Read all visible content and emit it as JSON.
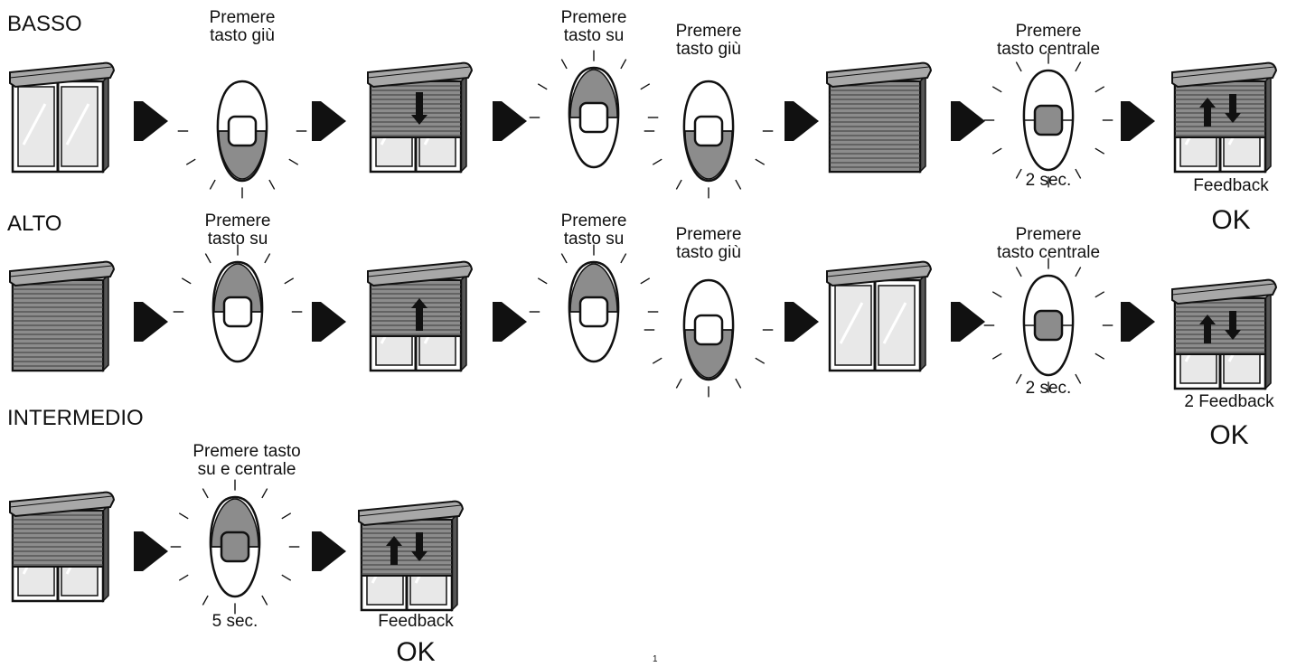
{
  "sections": [
    {
      "heading": "BASSO",
      "captions": [
        "Premere\ntasto giù",
        "Premere\ntasto su",
        "Premere\ntasto giù",
        "Premere\ntasto centrale"
      ],
      "hold": "2 sec.",
      "feedback": "Feedback",
      "ok": "OK"
    },
    {
      "heading": "ALTO",
      "captions": [
        "Premere\ntasto su",
        "Premere\ntasto su",
        "Premere\ntasto giù",
        "Premere\ntasto centrale"
      ],
      "hold": "2 sec.",
      "feedback": "2 Feedback",
      "ok": "OK"
    },
    {
      "heading": "INTERMEDIO",
      "captions": [
        "Premere tasto\nsu e centrale"
      ],
      "hold": "5 sec.",
      "feedback": "Feedback",
      "ok": "OK"
    }
  ],
  "page_number": "1",
  "colors": {
    "ink": "#111111",
    "shutter": "#8c8c8c",
    "shade": "#a8a8a8",
    "glass": "#e8e8e8"
  },
  "icons": [
    "window-open-icon",
    "window-closed-icon",
    "window-half-icon",
    "remote-icon",
    "arrow-right-icon",
    "arrow-up-icon",
    "arrow-down-icon"
  ]
}
